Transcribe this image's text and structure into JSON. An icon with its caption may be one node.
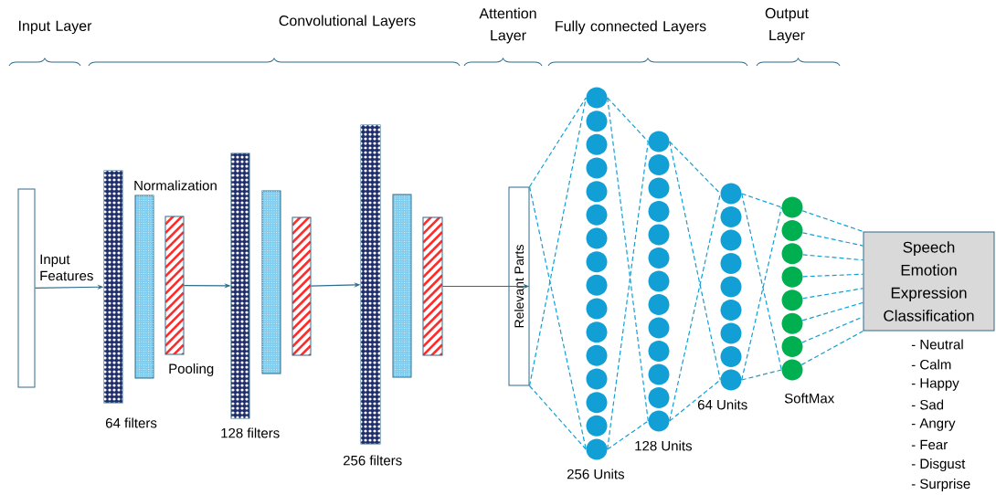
{
  "diagram": {
    "nodes": [
      {
        "text": [],
        "shape": "box",
        "beside": [
          "Input Features"
        ]
      },
      {
        "text": [],
        "shape": "bar",
        "beside": [
          "64 filters"
        ]
      },
      {
        "text": [],
        "shape": "bar",
        "beside": [
          "Normalization"
        ]
      },
      {
        "text": [],
        "shape": "bar",
        "beside": [
          "Pooling"
        ]
      },
      {
        "text": [],
        "shape": "bar",
        "beside": [
          "128 filters"
        ]
      },
      {
        "text": [],
        "shape": "bar"
      },
      {
        "text": [],
        "shape": "bar"
      },
      {
        "text": [],
        "shape": "bar",
        "beside": [
          "256 filters"
        ]
      },
      {
        "text": [],
        "shape": "bar"
      },
      {
        "text": [],
        "shape": "bar"
      },
      {
        "text": [
          "Relevant Parts"
        ]
      },
      {
        "text": [],
        "shape": "circle"
      },
      {
        "text": [],
        "shape": "circle"
      },
      {
        "text": [],
        "shape": "circle"
      },
      {
        "text": [],
        "shape": "circle"
      },
      {
        "text": [],
        "shape": "circle"
      },
      {
        "text": [],
        "shape": "circle"
      },
      {
        "text": [],
        "shape": "circle"
      },
      {
        "text": [],
        "shape": "circle"
      },
      {
        "text": [],
        "shape": "circle"
      },
      {
        "text": [],
        "shape": "circle"
      },
      {
        "text": [],
        "shape": "circle"
      },
      {
        "text": [],
        "shape": "circle"
      },
      {
        "text": [],
        "shape": "circle"
      },
      {
        "text": [],
        "shape": "circle"
      },
      {
        "text": [],
        "shape": "circle"
      },
      {
        "text": [],
        "shape": "circle",
        "beside": [
          "256 Units"
        ]
      },
      {
        "text": [],
        "shape": "circle"
      },
      {
        "text": [],
        "shape": "circle"
      },
      {
        "text": [],
        "shape": "circle"
      },
      {
        "text": [],
        "shape": "circle"
      },
      {
        "text": [],
        "shape": "circle"
      },
      {
        "text": [],
        "shape": "circle"
      },
      {
        "text": [],
        "shape": "circle"
      },
      {
        "text": [],
        "shape": "circle"
      },
      {
        "text": [],
        "shape": "circle"
      },
      {
        "text": [],
        "shape": "circle"
      },
      {
        "text": [],
        "shape": "circle"
      },
      {
        "text": [],
        "shape": "circle"
      },
      {
        "text": [],
        "shape": "circle",
        "beside": [
          "128 Units"
        ]
      },
      {
        "text": [],
        "shape": "circle"
      },
      {
        "text": [],
        "shape": "circle"
      },
      {
        "text": [],
        "shape": "circle"
      },
      {
        "text": [],
        "shape": "circle"
      },
      {
        "text": [],
        "shape": "circle"
      },
      {
        "text": [],
        "shape": "circle"
      },
      {
        "text": [],
        "shape": "circle"
      },
      {
        "text": [],
        "shape": "circle"
      },
      {
        "text": [],
        "shape": "circle",
        "beside": [
          "64 Units"
        ]
      },
      {
        "text": [],
        "shape": "circle"
      },
      {
        "text": [],
        "shape": "circle"
      },
      {
        "text": [],
        "shape": "circle"
      },
      {
        "text": [],
        "shape": "circle"
      },
      {
        "text": [],
        "shape": "circle"
      },
      {
        "text": [],
        "shape": "circle"
      },
      {
        "text": [],
        "shape": "circle"
      },
      {
        "text": [],
        "shape": "circle",
        "beside": [
          "SoftMax"
        ]
      },
      {
        "text": [
          "Speech Emotion Expression Classification"
        ],
        "beside": [
          "- Neutral",
          "- Calm",
          "- Happy",
          "- Sad",
          "- Angry",
          "- Fear",
          "- Disgust",
          "- Surprise"
        ]
      }
    ],
    "edges": [
      {
        "from": 0,
        "to": 1,
        "arrow": "to",
        "color": "#2e6b8a"
      },
      {
        "from": 3,
        "to": 4,
        "arrow": "to",
        "color": "#2e6b8a"
      },
      {
        "from": 6,
        "to": 7,
        "arrow": "to",
        "color": "#2e6b8a"
      },
      {
        "from": 9,
        "to": 10,
        "arrow": "to",
        "color": "#2e6b8a"
      },
      {
        "from": 10,
        "to": 11,
        "arrow": "none",
        "style": "dashed"
      },
      {
        "from": 10,
        "to": 26,
        "arrow": "none",
        "style": "dashed"
      },
      {
        "from": 10,
        "to": 11,
        "arrow": "none",
        "style": "dashed"
      },
      {
        "from": 10,
        "to": 26,
        "arrow": "none",
        "style": "dashed"
      },
      {
        "from": 11,
        "to": 27,
        "arrow": "none",
        "style": "dashed"
      },
      {
        "from": 11,
        "to": 39,
        "arrow": "none",
        "style": "dashed"
      },
      {
        "from": 26,
        "to": 27,
        "arrow": "none",
        "style": "dashed"
      },
      {
        "from": 26,
        "to": 39,
        "arrow": "none",
        "style": "dashed"
      },
      {
        "from": 27,
        "to": 40,
        "arrow": "none",
        "style": "dashed"
      },
      {
        "from": 27,
        "to": 48,
        "arrow": "none",
        "style": "dashed"
      },
      {
        "from": 39,
        "to": 40,
        "arrow": "none",
        "style": "dashed"
      },
      {
        "from": 39,
        "to": 48,
        "arrow": "none",
        "style": "dashed"
      },
      {
        "from": 40,
        "to": 49,
        "arrow": "none",
        "style": "dashed"
      },
      {
        "from": 40,
        "to": 56,
        "arrow": "none",
        "style": "dashed"
      },
      {
        "from": 48,
        "to": 49,
        "arrow": "none",
        "style": "dashed"
      },
      {
        "from": 48,
        "to": 56,
        "arrow": "none",
        "style": "dashed"
      },
      {
        "from": 49,
        "to": 57,
        "arrow": "none",
        "style": "dashed"
      },
      {
        "from": 50,
        "to": 57,
        "arrow": "none",
        "style": "dashed"
      },
      {
        "from": 51,
        "to": 57,
        "arrow": "none",
        "style": "dashed"
      },
      {
        "from": 52,
        "to": 57,
        "arrow": "none",
        "style": "dashed"
      },
      {
        "from": 53,
        "to": 57,
        "arrow": "none",
        "style": "dashed"
      },
      {
        "from": 54,
        "to": 57,
        "arrow": "none",
        "style": "dashed"
      },
      {
        "from": 55,
        "to": 57,
        "arrow": "none",
        "style": "dashed"
      },
      {
        "from": 56,
        "to": 57,
        "arrow": "none",
        "style": "dashed"
      }
    ],
    "labels": [
      "Input Layer",
      "Convolutional Layers",
      "Attention Layer",
      "Fully connected Layers",
      "Output Layer"
    ]
  }
}
